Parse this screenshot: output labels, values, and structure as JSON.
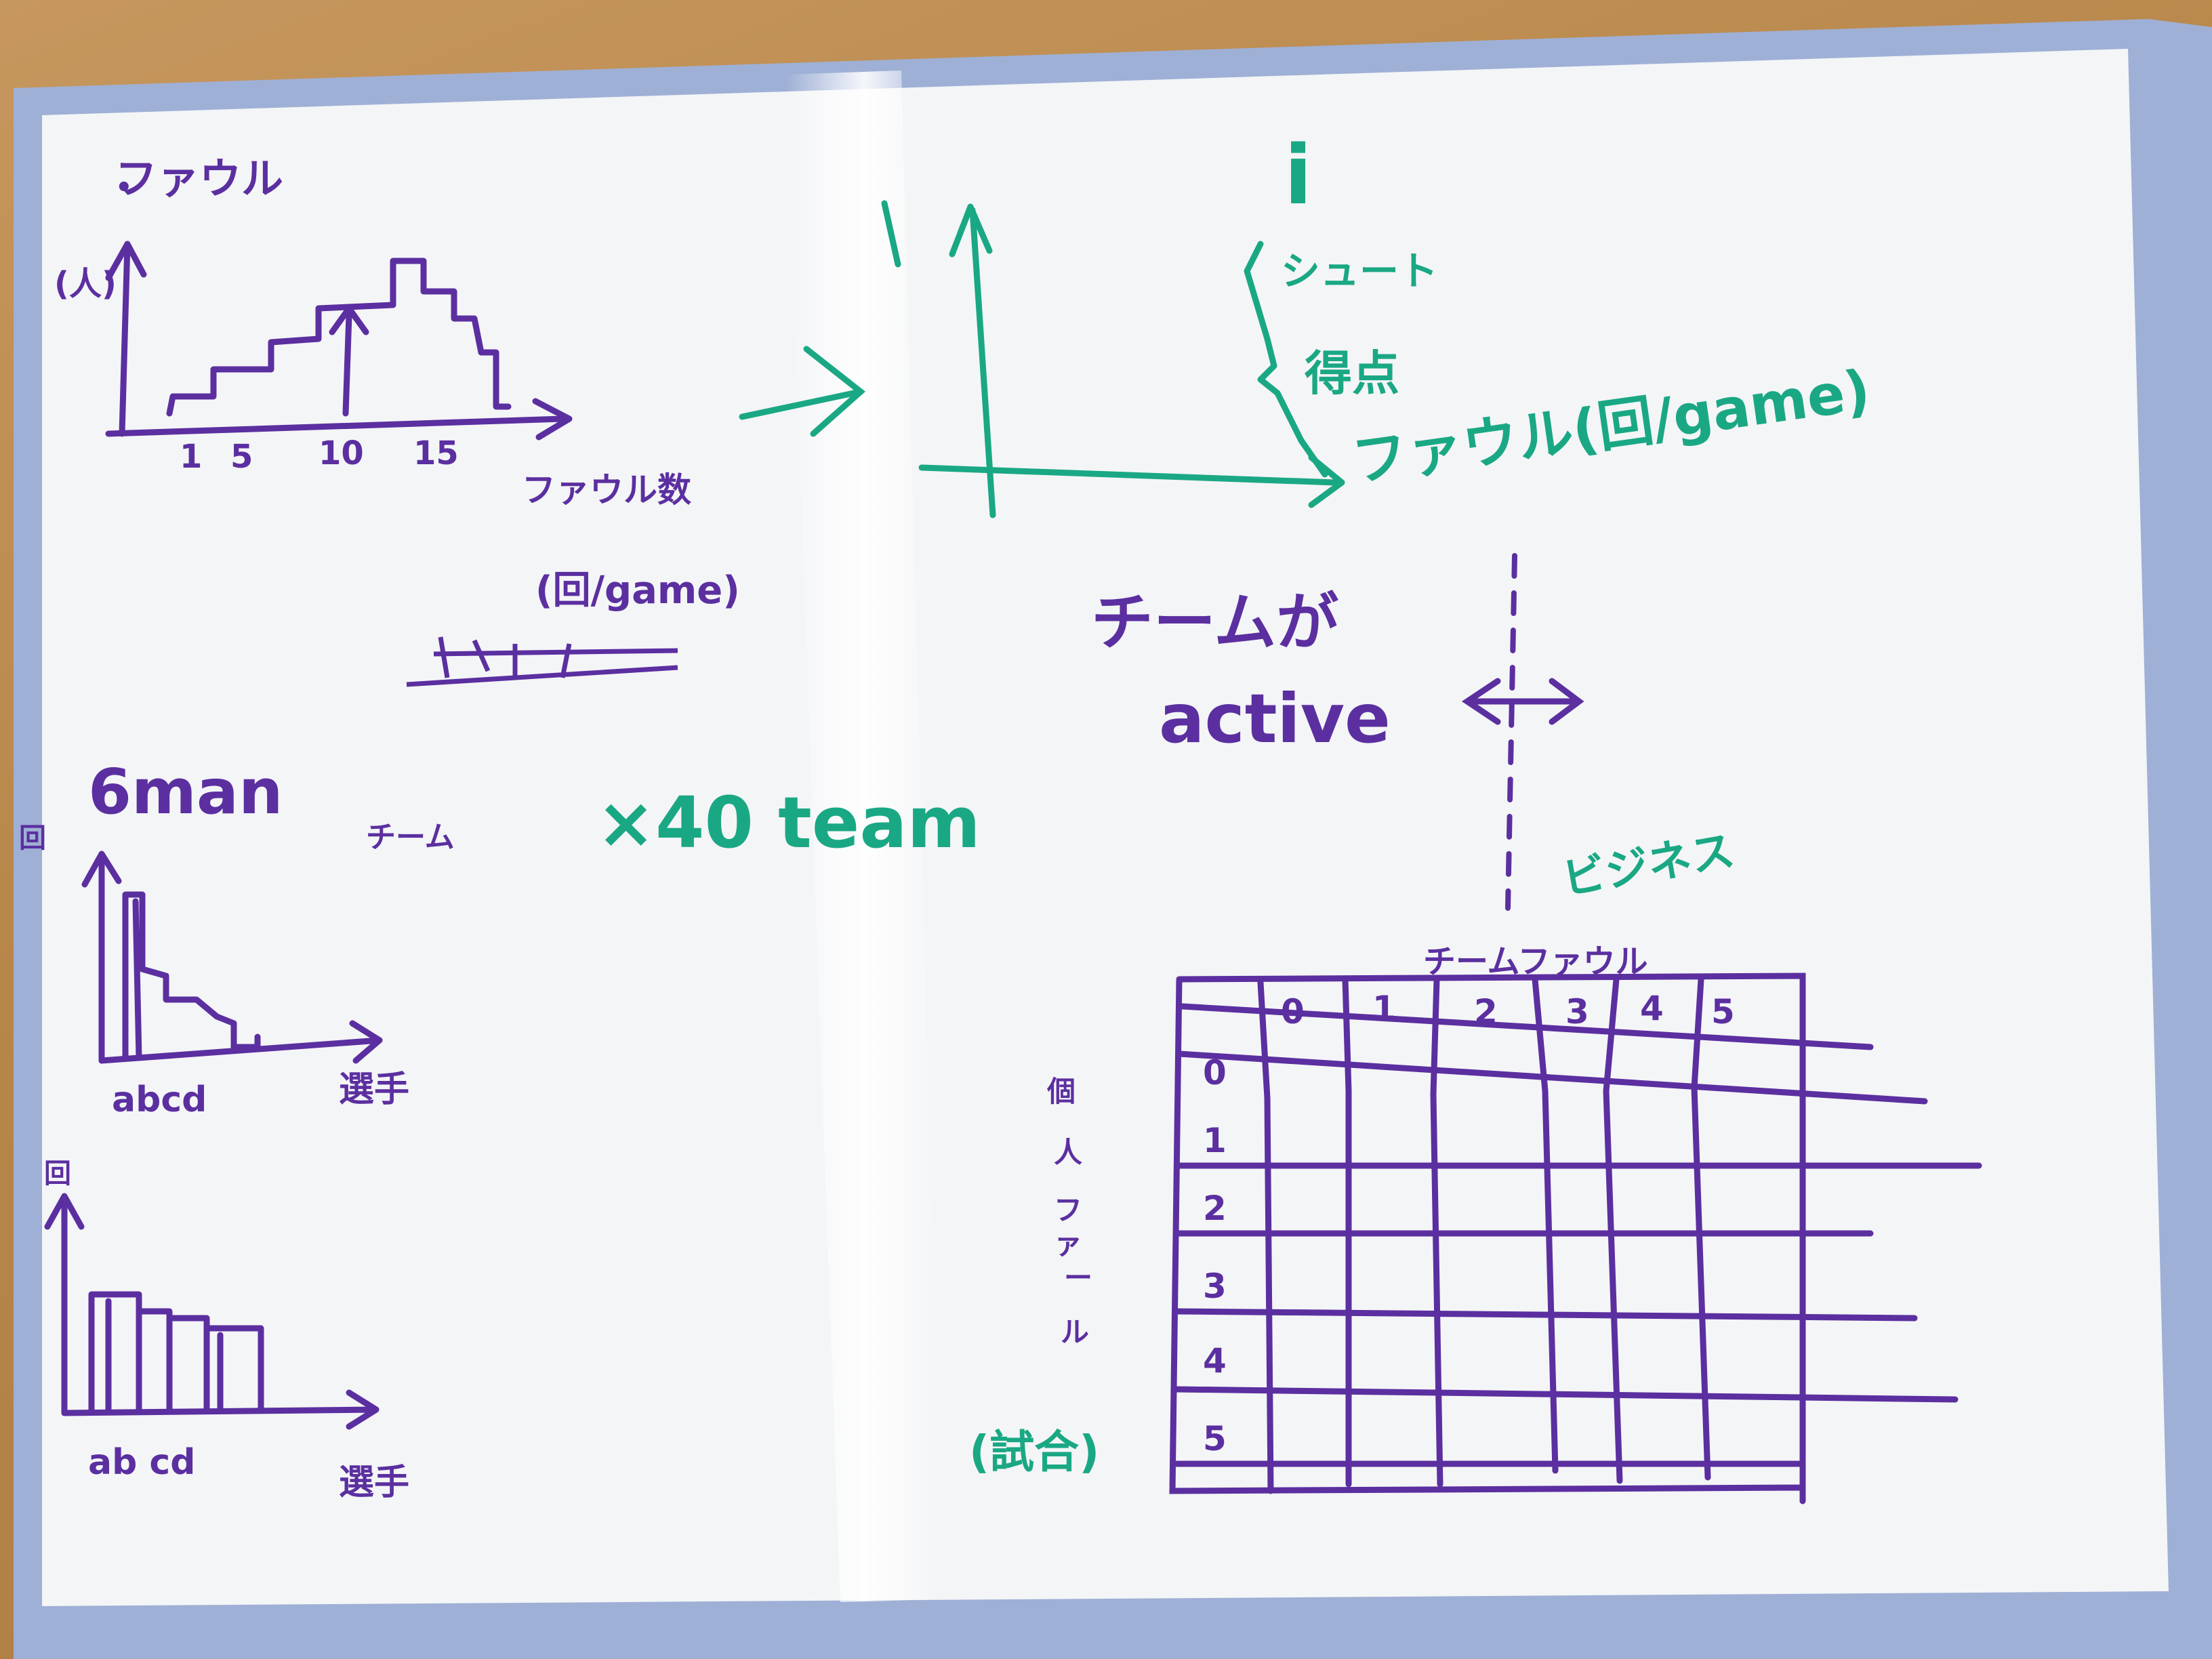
{
  "colors": {
    "purple_marker": "#5b2fa0",
    "green_marker": "#1aa884",
    "frame": "#9fb0d6",
    "board": "#f4f5f7"
  },
  "top_left": {
    "title": "ファウル",
    "y_label": "(人)",
    "ticks": [
      "1",
      "5",
      "10",
      "15"
    ],
    "x_label_1": "ファウル数",
    "x_label_2": "(回/game)"
  },
  "mid_left": {
    "title": "6man",
    "arrow_note": "チーム",
    "y_label": "回",
    "x_players": "abcd",
    "x_label": "選手"
  },
  "bottom_left": {
    "y_label": "回",
    "x_players": "ab cd",
    "x_label": "選手"
  },
  "center": {
    "team_note": "×40 team"
  },
  "top_right": {
    "cursor": "i",
    "items": [
      "シュート",
      "得点",
      "ファウル(回/game)"
    ]
  },
  "mid_right": {
    "line_1": "チームが",
    "line_2": "active",
    "note": "ビジネス"
  },
  "table": {
    "header": "チームファウル",
    "col_labels": [
      "0",
      "1",
      "2",
      "3",
      "4",
      "5"
    ],
    "row_labels": [
      "0",
      "1",
      "2",
      "3",
      "4",
      "5"
    ],
    "side_label": [
      "個",
      "人",
      "フ",
      "ァ",
      "ー",
      "ル"
    ],
    "side_bottom": "(試合)"
  }
}
